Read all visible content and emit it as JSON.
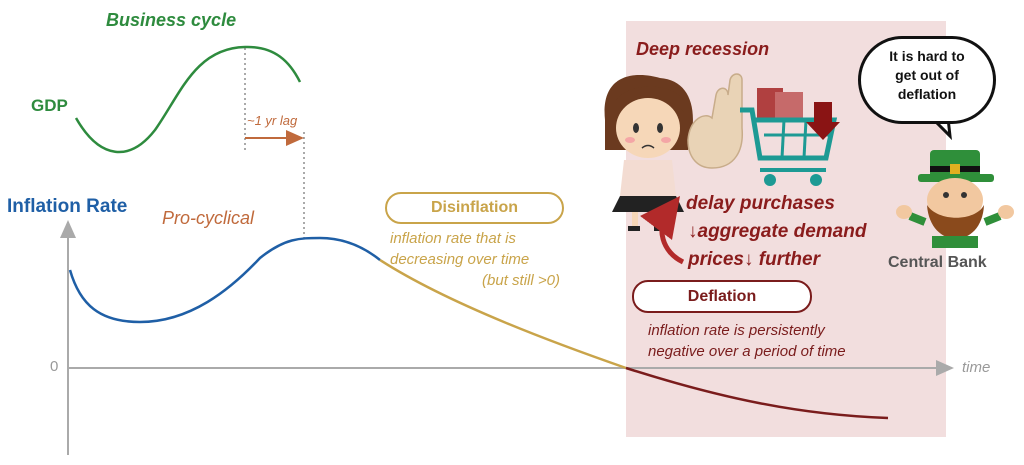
{
  "gdp": {
    "title": "Business cycle",
    "label": "GDP",
    "lag_label": "~1 yr lag"
  },
  "inflation": {
    "label": "Inflation Rate",
    "procyclical": "Pro-cyclical",
    "zero_tick": "0",
    "x_axis": "time"
  },
  "disinflation": {
    "label": "Disinflation",
    "desc_line1": "inflation rate that is",
    "desc_line2": "decreasing over time",
    "desc_line3": "(but still >0)"
  },
  "recession": {
    "title": "Deep recession",
    "line1": "delay purchases",
    "line2": "↓aggregate demand",
    "line3": "prices↓ further"
  },
  "deflation": {
    "label": "Deflation",
    "desc_line1": "inflation rate is persistently",
    "desc_line2": "negative over a period of time"
  },
  "bank": {
    "bubble_line1": "It is hard to",
    "bubble_line2": "get out of",
    "bubble_line3": "deflation",
    "label": "Central Bank"
  },
  "colors": {
    "gdp_green": "#2e8b3e",
    "inflation_blue": "#1f5fa6",
    "disinflation_gold": "#c9a44a",
    "deflation_red": "#7a1c1c",
    "procyclical_orange": "#c06a3c",
    "panel_pink": "#f2dede"
  }
}
